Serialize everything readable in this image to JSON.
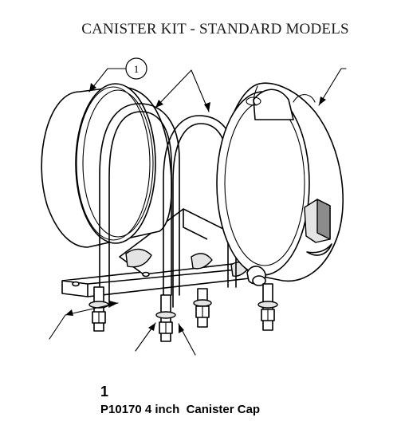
{
  "title": "CANISTER KIT - STANDARD MODELS",
  "callout_label": "1",
  "part": {
    "number": "1",
    "description": "P10170 4 inch  Canister Cap"
  }
}
